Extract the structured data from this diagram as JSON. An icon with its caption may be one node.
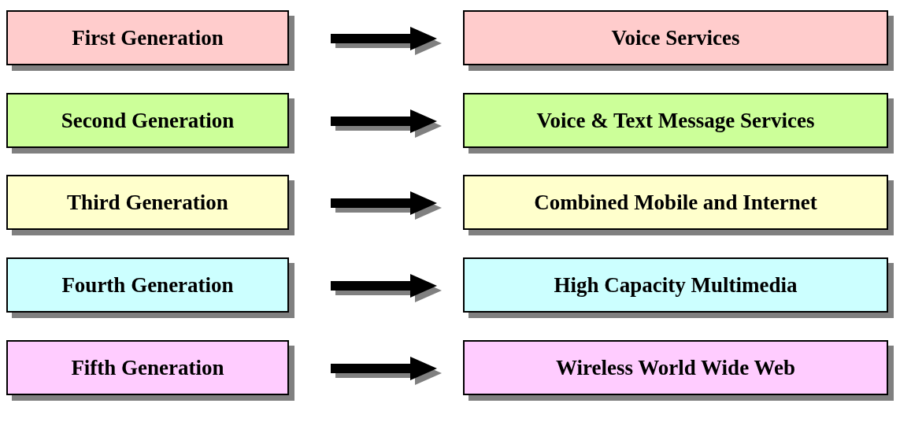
{
  "diagram": {
    "nodes": [
      {
        "text": [
          "First Generation"
        ]
      },
      {
        "text": [
          "Voice Services"
        ]
      },
      {
        "text": [
          "Second Generation"
        ]
      },
      {
        "text": [
          "Voice & Text Message Services"
        ]
      },
      {
        "text": [
          "Third Generation"
        ]
      },
      {
        "text": [
          "Combined Mobile and Internet"
        ]
      },
      {
        "text": [
          "Fourth Generation"
        ]
      },
      {
        "text": [
          "High Capacity Multimedia"
        ]
      },
      {
        "text": [
          "Fifth Generation"
        ]
      },
      {
        "text": [
          "Wireless World Wide Web"
        ]
      }
    ],
    "edges": [
      {
        "from": 0,
        "to": 1,
        "arrow": "to"
      },
      {
        "from": 2,
        "to": 3,
        "arrow": "to"
      },
      {
        "from": 4,
        "to": 5,
        "arrow": "to"
      },
      {
        "from": 6,
        "to": 7,
        "arrow": "to"
      },
      {
        "from": 8,
        "to": 9,
        "arrow": "to"
      }
    ]
  }
}
